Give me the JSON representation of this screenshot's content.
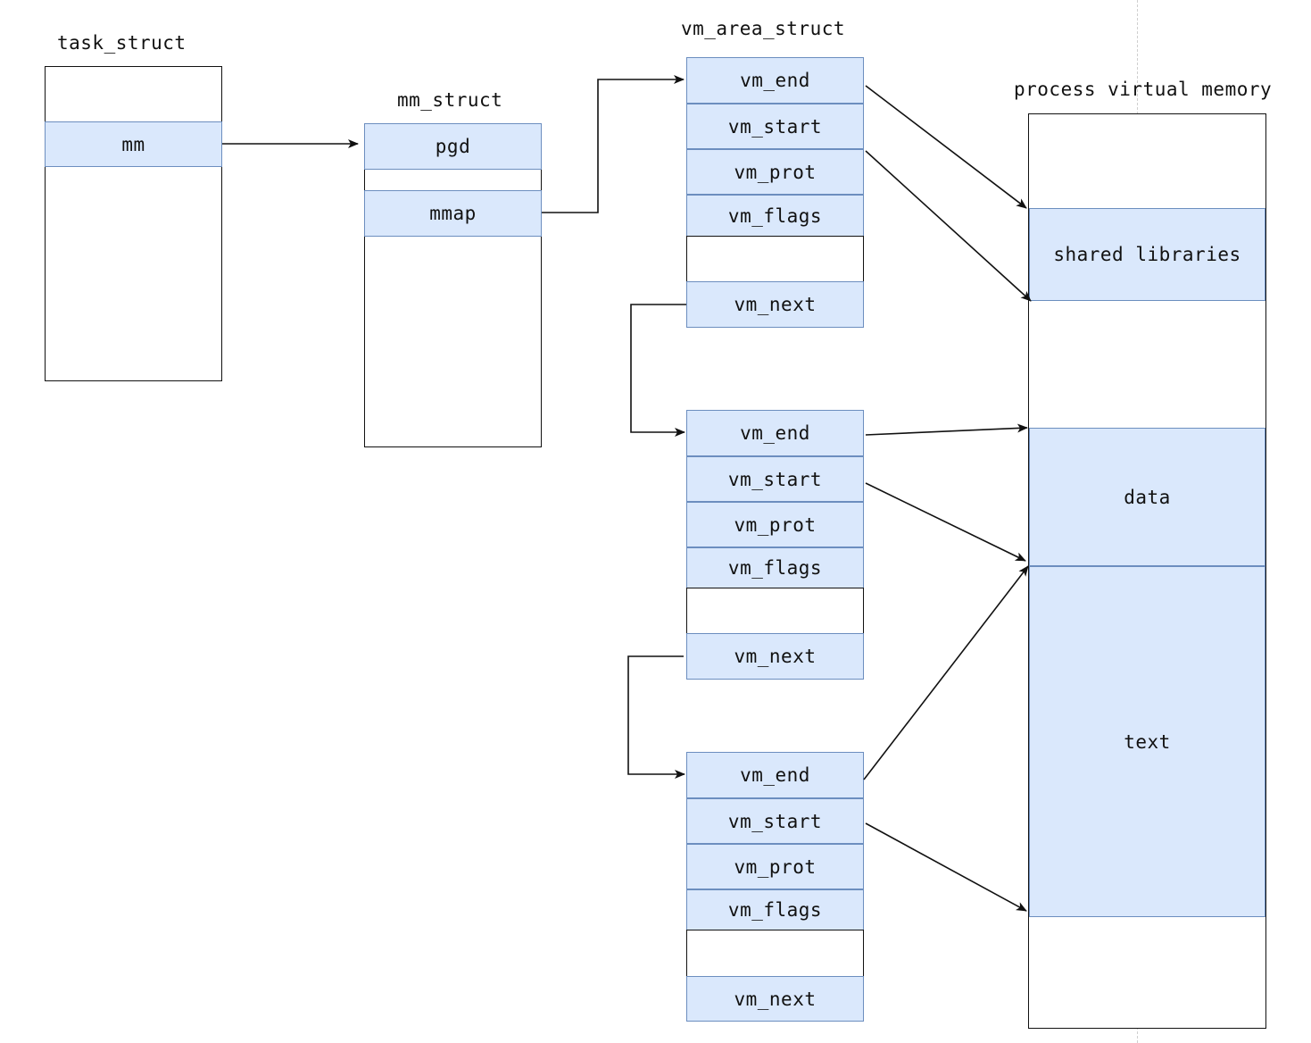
{
  "task_struct": {
    "title": "task_struct",
    "field": "mm"
  },
  "mm_struct": {
    "title": "mm_struct",
    "fields": [
      "pgd",
      "mmap"
    ]
  },
  "vm_area_struct": {
    "title": "vm_area_struct",
    "nodes": [
      {
        "fields": [
          "vm_end",
          "vm_start",
          "vm_prot",
          "vm_flags",
          "",
          "vm_next"
        ]
      },
      {
        "fields": [
          "vm_end",
          "vm_start",
          "vm_prot",
          "vm_flags",
          "",
          "vm_next"
        ]
      },
      {
        "fields": [
          "vm_end",
          "vm_start",
          "vm_prot",
          "vm_flags",
          "",
          "vm_next"
        ]
      }
    ]
  },
  "process_memory": {
    "title": "process virtual memory",
    "regions": [
      "shared libraries",
      "data",
      "text"
    ]
  },
  "colors": {
    "cell_fill": "#dae8fc",
    "cell_border": "#6c8ebf",
    "line": "#111111"
  }
}
